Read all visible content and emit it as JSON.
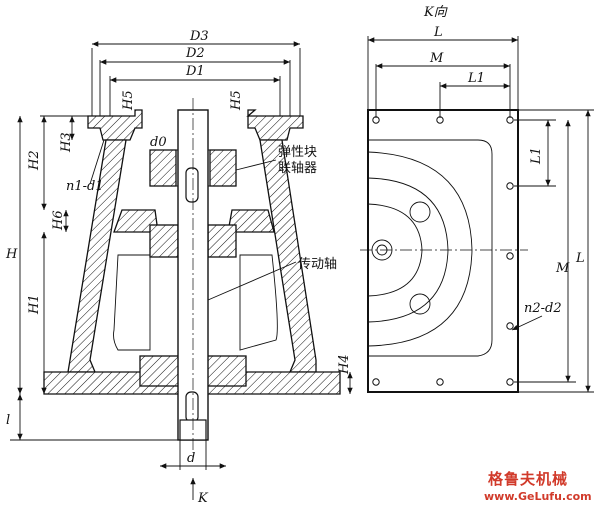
{
  "view_title": "K向",
  "labels": {
    "D3": "D3",
    "D2": "D2",
    "D1": "D1",
    "H5_left": "H5",
    "H5_right": "H5",
    "H3": "H3",
    "H2": "H2",
    "H6": "H6",
    "H": "H",
    "H1": "H1",
    "H4": "H4",
    "l": "l",
    "d0": "d0",
    "n1d1": "n1-d1",
    "d": "d",
    "K": "K",
    "L_top": "L",
    "M_top": "M",
    "L1_top": "L1",
    "L1_right": "L1",
    "M_right": "M",
    "L_right": "L",
    "n2d2": "n2-d2"
  },
  "annotations": {
    "coupling_line1": "弹性块",
    "coupling_line2": "联轴器",
    "shaft": "传动轴"
  },
  "watermark": {
    "cn": "格鲁夫机械",
    "url": "www.GeLufu.com"
  },
  "colors": {
    "line": "#111111",
    "watermark": "#d13a2a"
  }
}
